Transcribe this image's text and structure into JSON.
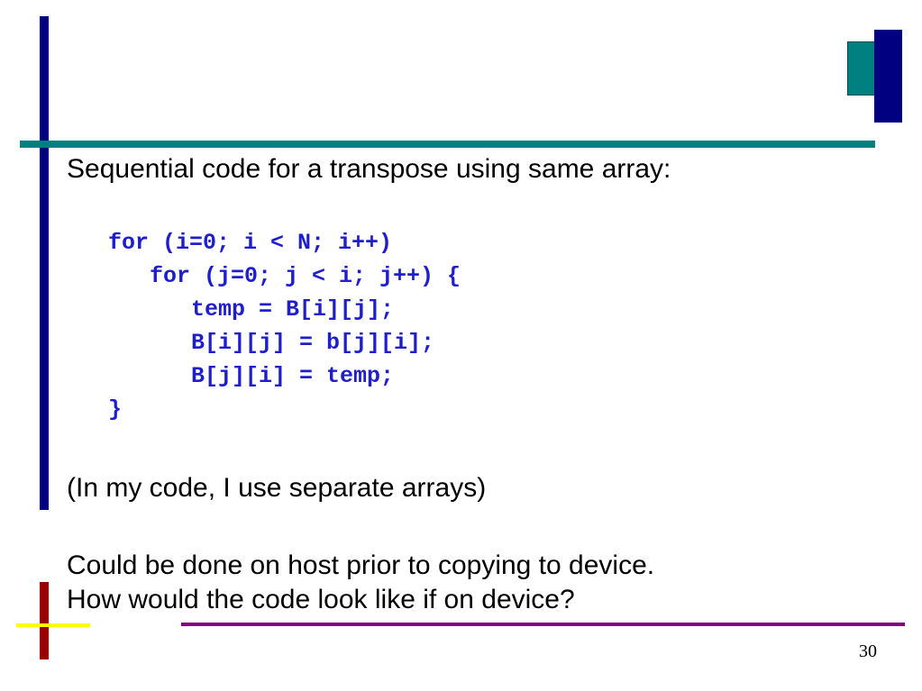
{
  "slide": {
    "intro": "Sequential code for a transpose using same array:",
    "code_lines": [
      "for (i=0; i < N; i++)",
      "for (j=0; j < i; j++)  {",
      "temp = B[i][j];",
      "B[i][j] = b[j][i];",
      "B[j][i] = temp;",
      "}"
    ],
    "note": "(In my code, I use separate arrays)",
    "question_line1": "Could be done on host prior to copying to device.",
    "question_line2": "How would the code look like if on device?",
    "page_number": "30"
  },
  "colors": {
    "navy": "#000080",
    "teal": "#008080",
    "dark_red": "#990000",
    "yellow": "#ffff00",
    "purple": "#800080",
    "code_blue": "#1e1ecc"
  }
}
